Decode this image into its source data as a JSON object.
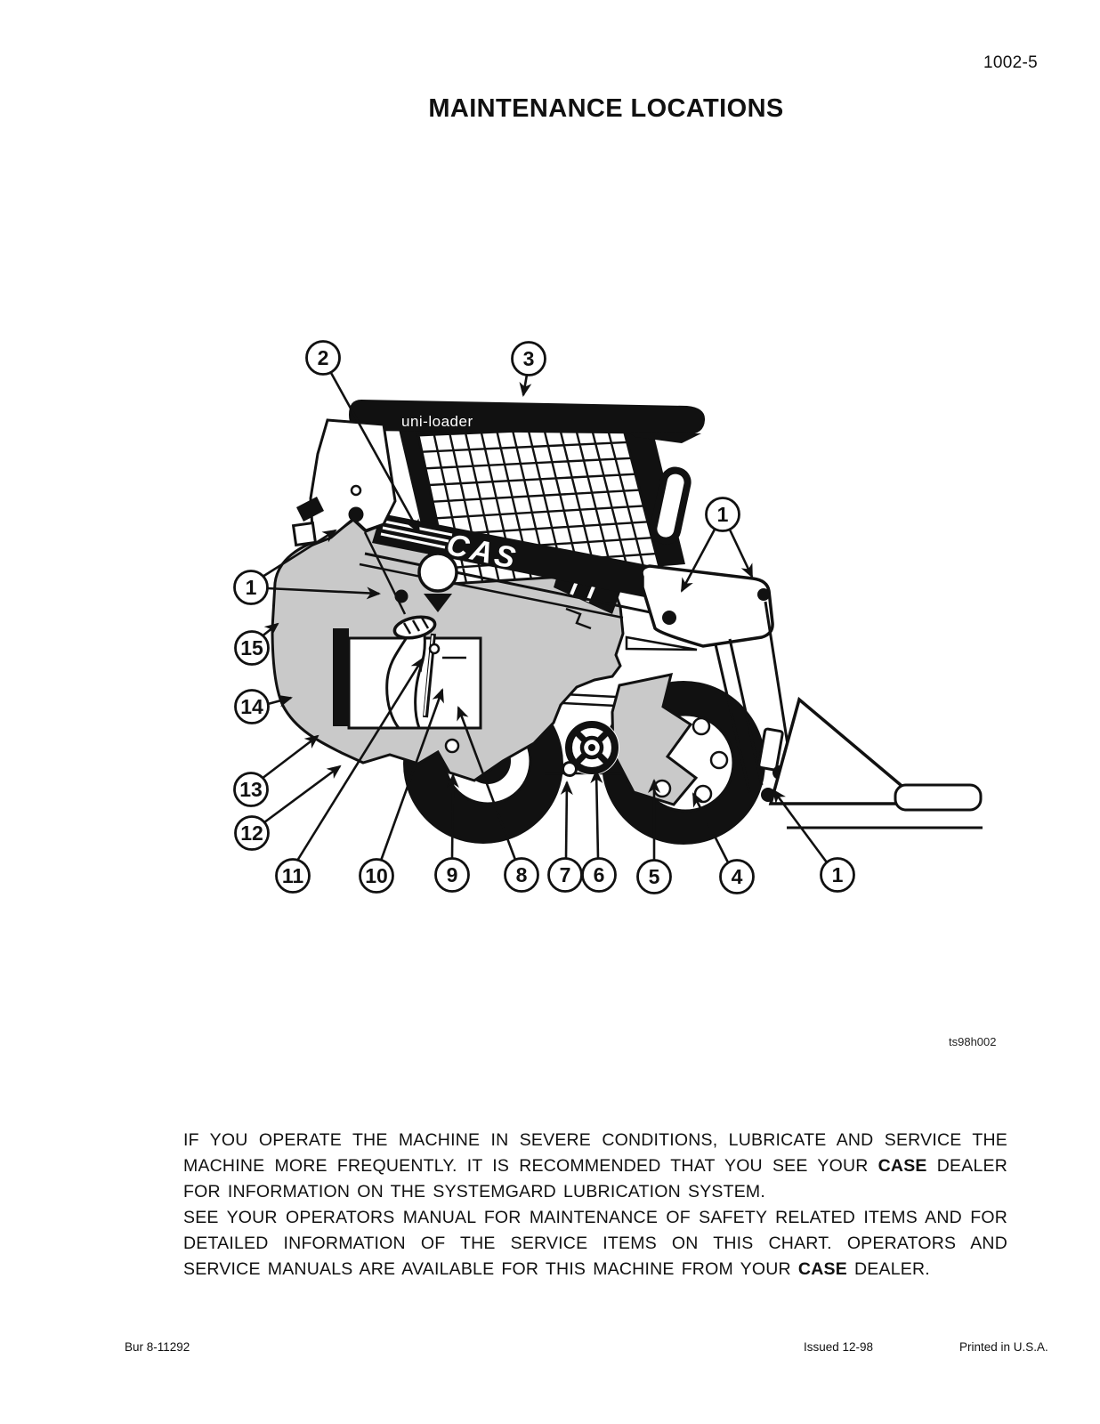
{
  "page": {
    "number": "1002-5",
    "title": "MAINTENANCE LOCATIONS",
    "figure_id": "ts98h002"
  },
  "machine": {
    "roof_label": "uni-loader",
    "brand": "CAS"
  },
  "callouts": {
    "one": "1",
    "two": "2",
    "three": "3",
    "four": "4",
    "five": "5",
    "six": "6",
    "seven": "7",
    "eight": "8",
    "nine": "9",
    "ten": "10",
    "eleven": "11",
    "twelve": "12",
    "thirteen": "13",
    "fourteen": "14",
    "fifteen": "15"
  },
  "paragraphs": {
    "p1a": "IF YOU OPERATE THE MACHINE IN SEVERE CONDITIONS, LUBRICATE AND SERVICE THE MACHINE MORE FREQUENTLY. IT IS RECOMMENDED THAT YOU SEE YOUR ",
    "p1b": "CASE",
    "p1c": " DEALER FOR INFORMATION ON THE SYSTEMGARD LUBRICATION SYSTEM.",
    "p2a": "SEE YOUR OPERATORS MANUAL FOR MAINTENANCE OF SAFETY RELATED ITEMS AND FOR DETAILED INFORMATION OF THE SERVICE ITEMS ON THIS CHART. OPERATORS AND SERVICE MANUALS ARE AVAILABLE FOR THIS MACHINE FROM YOUR ",
    "p2b": "CASE",
    "p2c": " DEALER."
  },
  "footer": {
    "left": "Bur 8-11292",
    "center": "Issued 12-98",
    "right": "Printed in U.S.A."
  },
  "colors": {
    "ink": "#111111",
    "body_gray": "#c9c9c9",
    "paper": "#ffffff"
  }
}
